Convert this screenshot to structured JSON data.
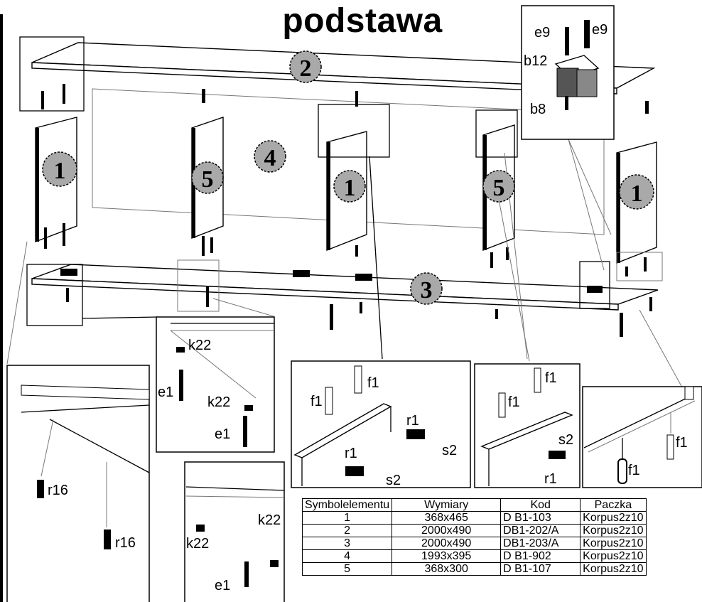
{
  "title": "podstawa",
  "callouts": [
    "1",
    "2",
    "3",
    "4",
    "5"
  ],
  "hardware_labels": {
    "e9": "e9",
    "b12": "b12",
    "b8": "b8",
    "k22": "k22",
    "e1": "e1",
    "f1": "f1",
    "r1": "r1",
    "r16": "r16",
    "s2": "s2"
  },
  "parts_table": {
    "headers": [
      "Symbolelementu",
      "Wymiary",
      "Kod",
      "Paczka"
    ],
    "rows": [
      [
        "1",
        "368x465",
        "D B1-103",
        "Korpus2z10"
      ],
      [
        "2",
        "2000x490",
        "DB1-202/A",
        "Korpus2z10"
      ],
      [
        "3",
        "2000x490",
        "DB1-203/A",
        "Korpus2z10"
      ],
      [
        "4",
        "1993x395",
        "D B1-902",
        "Korpus2z10"
      ],
      [
        "5",
        "368x300",
        "D B1-107",
        "Korpus2z10"
      ]
    ]
  }
}
